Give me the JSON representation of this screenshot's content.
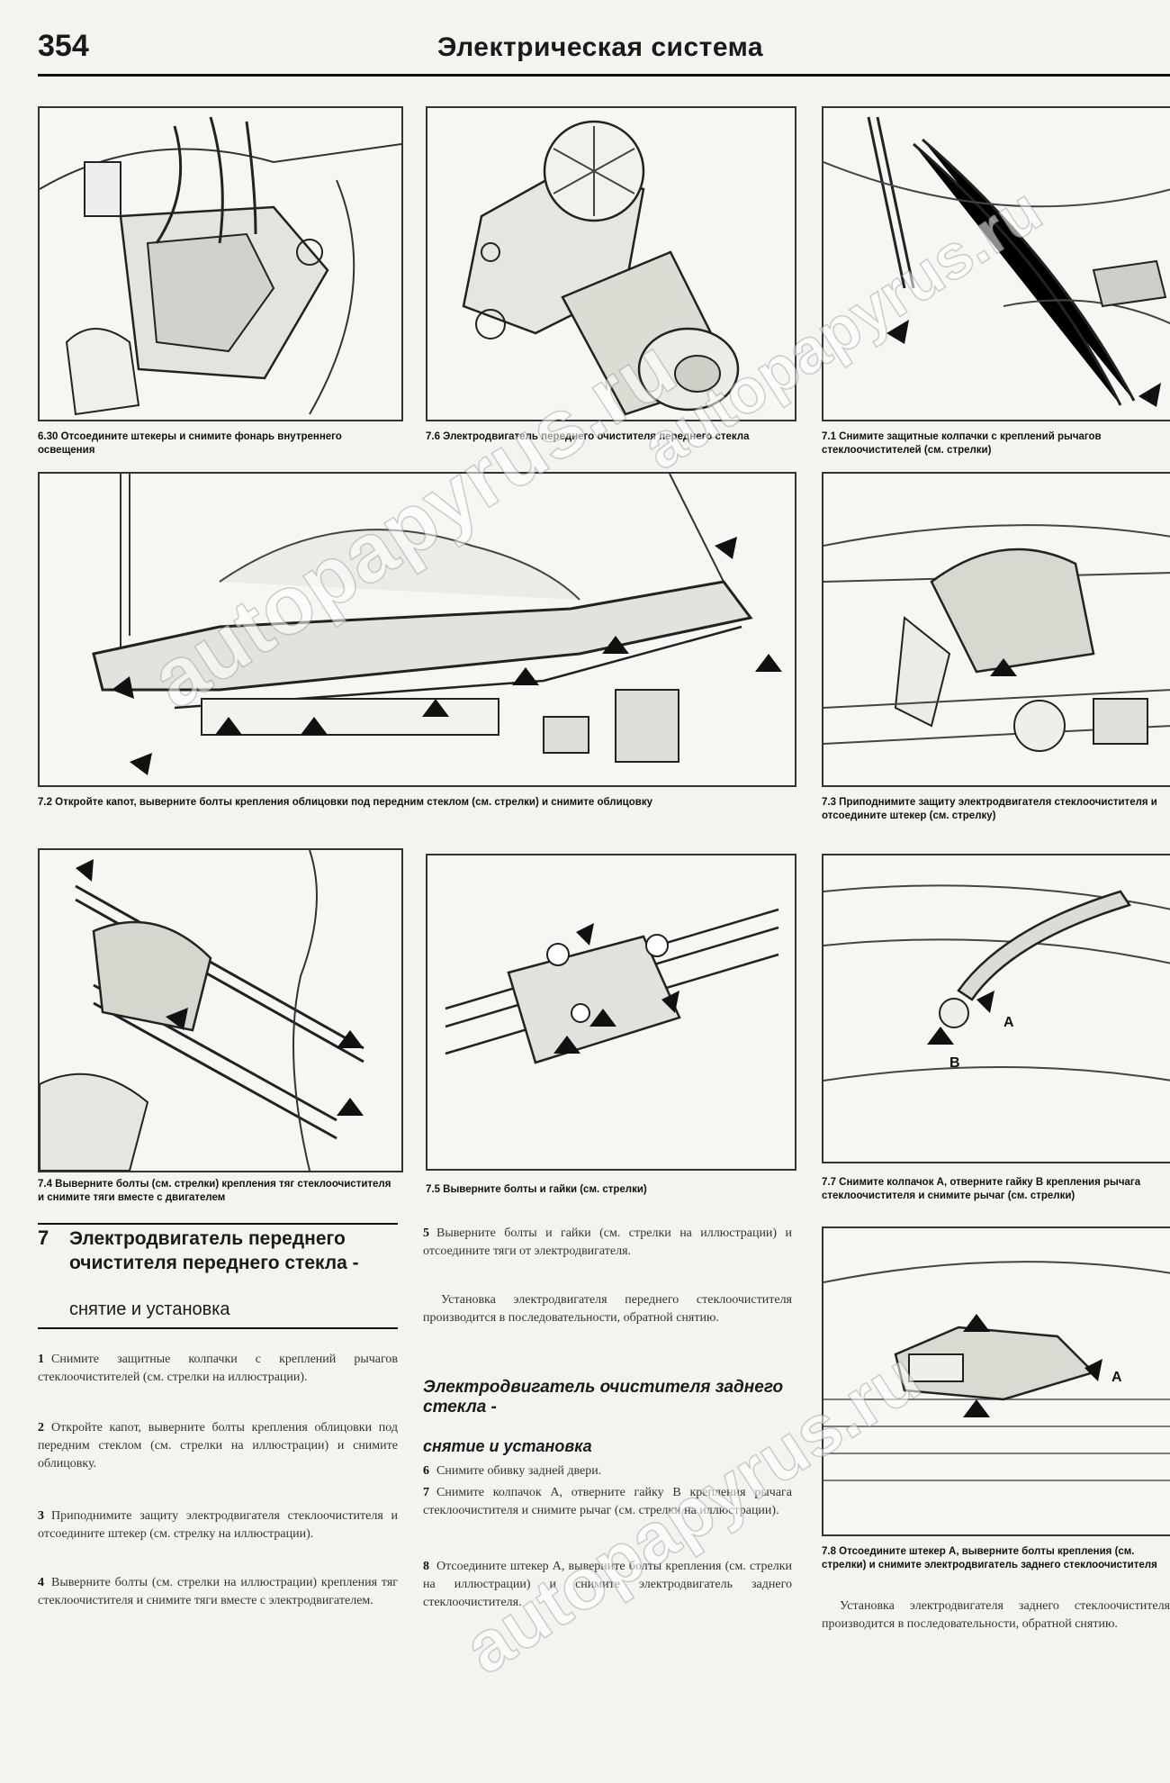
{
  "header": {
    "page_number": "354",
    "title": "Электрическая система"
  },
  "figures": {
    "f630": {
      "caption": "6.30 Отсоедините штекеры и снимите фонарь внутреннего освещения"
    },
    "f76": {
      "caption": "7.6 Электродвигатель переднего очистителя переднего стекла"
    },
    "f71": {
      "caption": "7.1 Снимите защитные колпачки с креплений рычагов стеклоочистителей (см. стрелки)"
    },
    "f72": {
      "caption": "7.2 Откройте капот, выверните болты крепления облицовки под передним стеклом (см. стрелки) и снимите облицовку"
    },
    "f73": {
      "caption": "7.3 Приподнимите защиту электродвигателя стеклоочистителя и отсоедините штекер (см. стрелку)"
    },
    "f74": {
      "caption": "7.4 Выверните болты (см. стрелки) крепления тяг стеклоочистителя и снимите тяги вместе с двигателем"
    },
    "f75": {
      "caption": "7.5 Выверните болты и гайки (см. стрелки)"
    },
    "f77": {
      "caption": "7.7 Снимите колпачок А, отверните гайку В крепления рычага стеклоочистителя и снимите рычаг (см. стрелки)",
      "label_a": "A",
      "label_b": "B"
    },
    "f78": {
      "caption": "7.8 Отсоедините штекер А, выверните болты крепления (см. стрелки) и снимите электродвигатель заднего стеклоочистителя",
      "label_a": "A"
    }
  },
  "section7": {
    "number": "7",
    "title": "Электродвигатель переднего очистителя переднего стекла -",
    "subtitle": "снятие и установка",
    "steps": [
      {
        "n": "1",
        "text": "Снимите защитные колпачки с креплений рычагов стеклоочистителей (см. стрелки на иллюстрации)."
      },
      {
        "n": "2",
        "text": "Откройте капот, выверните болты крепления облицовки под передним стеклом (см. стрелки на иллюстрации) и снимите облицовку."
      },
      {
        "n": "3",
        "text": "Приподнимите защиту электродвигателя стеклоочистителя и отсоедините штекер (см. стрелку на иллюстрации)."
      },
      {
        "n": "4",
        "text": "Выверните болты (см. стрелки на иллюстрации) крепления тяг стеклоочистителя и снимите тяги вместе с электродвигателем."
      },
      {
        "n": "5",
        "text": "Выверните болты и гайки (см. стрелки на иллюстрации) и отсоедините тяги от электродвигателя."
      }
    ],
    "install_note": "Установка электродвигателя переднего стеклоочистителя производится в последовательности, обратной снятию."
  },
  "rear": {
    "title": "Электродвигатель очистителя заднего стекла -",
    "subtitle": "снятие и установка",
    "steps": [
      {
        "n": "6",
        "text": "Снимите обивку задней двери."
      },
      {
        "n": "7",
        "text": "Снимите колпачок А, отверните гайку В крепления рычага стеклоочистителя и снимите рычаг (см. стрелки на иллюстрации)."
      },
      {
        "n": "8",
        "text": "Отсоедините штекер А, выверните болты крепления (см. стрелки на иллюстрации) и снимите электродвигатель заднего стеклоочистителя."
      }
    ],
    "install_note": "Установка электродвигателя заднего стеклоочистителя производится в последовательности, обратной снятию."
  },
  "watermarks": [
    "autopapyrus.ru",
    "autopapyrus.ru",
    "autopapyrus.ru"
  ]
}
